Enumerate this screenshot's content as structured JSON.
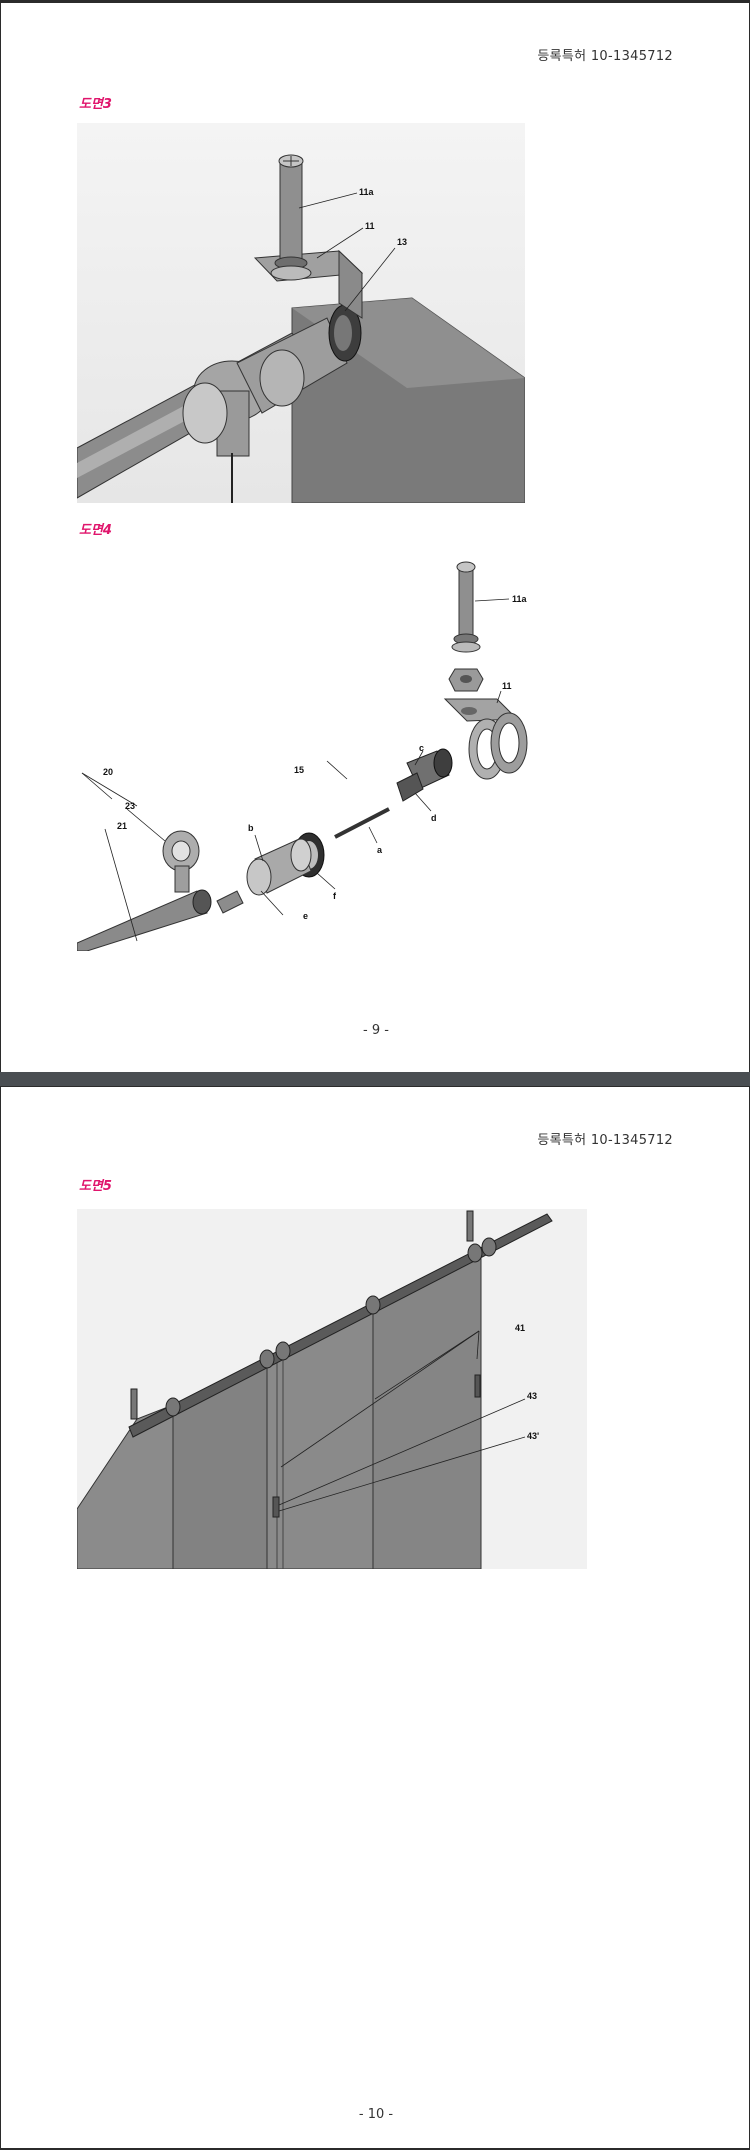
{
  "pages": [
    {
      "header": "등록특허 10-1345712",
      "page_number": "- 9 -",
      "figures": [
        {
          "label": "도면3",
          "refs": {
            "r11a": "11a",
            "r11": "11",
            "r13": "13"
          }
        },
        {
          "label": "도면4",
          "refs": {
            "r11a": "11a",
            "r11": "11",
            "r15": "15",
            "r20": "20",
            "r21": "21",
            "r23": "23",
            "ra": "a",
            "rb": "b",
            "rc": "c",
            "rd": "d",
            "re": "e",
            "rf": "f"
          }
        }
      ]
    },
    {
      "header": "등록특허 10-1345712",
      "page_number": "- 10 -",
      "figures": [
        {
          "label": "도면5",
          "refs": {
            "r41": "41",
            "r43": "43",
            "r43p": "43'"
          }
        }
      ]
    }
  ],
  "colors": {
    "figure_label": "#e0156c",
    "separator": "#4a4e52"
  }
}
